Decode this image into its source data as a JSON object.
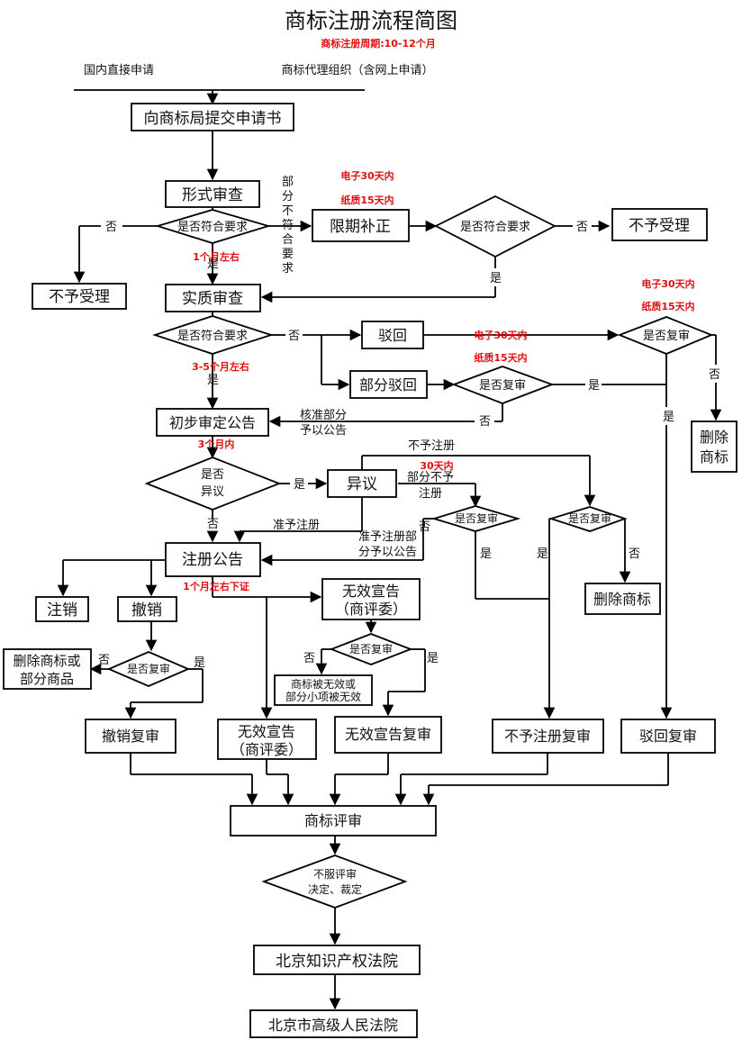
{
  "title": "商标注册流程简图",
  "subtitle": "商标注册周期:10-12个月",
  "top_left_label": "国内直接申请",
  "top_right_label": "商标代理组织（含网上申请）",
  "boxes": {
    "submit": "向商标局提交申请书",
    "formal_review": "形式审查",
    "correction": "限期补正",
    "reject1": "不予受理",
    "reject2": "不予受理",
    "substantive": "实质审查",
    "refuse": "驳回",
    "partial_refuse": "部分驳回",
    "delete_right": "删除商标",
    "prelim": "初步审定公告",
    "objection": "异议",
    "register": "注册公告",
    "delete_mid": "删除商标",
    "cancel": "注销",
    "revoke": "撤销",
    "invalid1_line1": "无效宣告",
    "invalid1_line2": "（商评委）",
    "delete_partial_line1": "删除商标或",
    "delete_partial_line2": "部分商品",
    "invalidated_line1": "商标被无效或",
    "invalidated_line2": "部分小项被无效",
    "revoke_review": "撤销复审",
    "invalid2_line1": "无效宣告",
    "invalid2_line2": "（商评委）",
    "invalid_review": "无效宣告复审",
    "nonreg_review": "不予注册复审",
    "refuse_review": "驳回复审",
    "tm_review": "商标评审",
    "beijing_ip": "北京知识产权法院",
    "beijing_high": "北京市高级人民法院"
  },
  "diamonds": {
    "d1": "是否符合要求",
    "d2": "是否符合要求",
    "d3": "是否符合要求",
    "d4": "是否复审",
    "d5": "是否复审",
    "d6_line1": "是否",
    "d6_line2": "异议",
    "d7": "是否复审",
    "d8": "是否复审",
    "d9": "是否复审",
    "d10": "是否复审",
    "d11_line1": "不服评审",
    "d11_line2": "决定、裁定"
  },
  "labels": {
    "no1": "否",
    "no2": "否",
    "part_line": [
      "部",
      "分",
      "不",
      "符",
      "合",
      "要",
      "求"
    ],
    "yes1": "是",
    "yes2": "是",
    "no3": "否",
    "yes3": "是",
    "yes4": "是",
    "no4": "否",
    "no5": "否",
    "yes5": "是",
    "approve_part_line1": "核准部分",
    "approve_part_line2": "予以公告",
    "no6": "否",
    "yes6": "是",
    "not_register": "不予注册",
    "part_not_line1": "部分不予",
    "part_not_line2": "注册",
    "no7": "否",
    "approve_reg": "准予注册",
    "approve_part_reg_line1": "准予注册部",
    "approve_part_reg_line2": "分予以公告",
    "yes7": "是",
    "yes8": "是",
    "no8": "否",
    "no9": "否",
    "yes9": "是",
    "no10": "否",
    "yes10": "是"
  },
  "red_notes": {
    "e30_a": "电子30天内",
    "p15_a": "纸质15天内",
    "m1": "1个月左右",
    "e30_b": "电子30天内",
    "p15_b": "纸质15天内",
    "e30_c": "电子30天内",
    "p15_c": "纸质15天内",
    "m35": "3-5个月左右",
    "m3": "3个月内",
    "d30": "30天内",
    "m1_cert": "1个月左右下证"
  }
}
